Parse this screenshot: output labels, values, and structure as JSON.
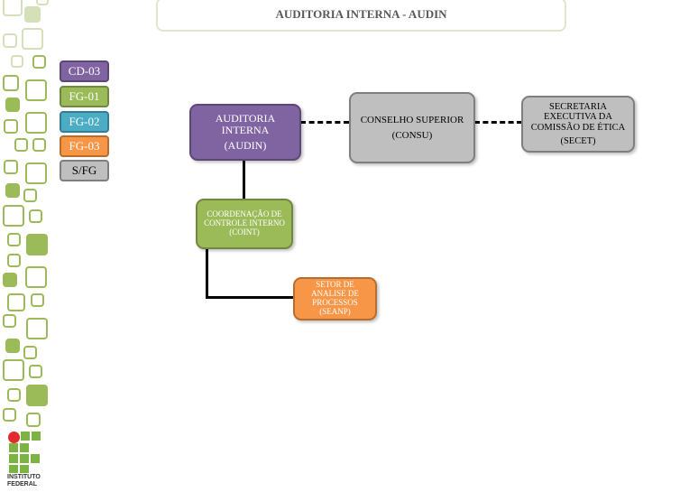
{
  "title": "AUDITORIA INTERNA - AUDIN",
  "legend": [
    {
      "label": "CD-03",
      "color": "#8064a2"
    },
    {
      "label": "FG-01",
      "color": "#9bbb59"
    },
    {
      "label": "FG-02",
      "color": "#4bacc6"
    },
    {
      "label": "FG-03",
      "color": "#f79646"
    },
    {
      "label": "S/FG",
      "color": "#bfbfbf"
    }
  ],
  "nodes": {
    "audin": {
      "name": "AUDITORIA INTERNA",
      "abbr": "(AUDIN)"
    },
    "consu": {
      "name": "CONSELHO SUPERIOR",
      "abbr": "(CONSU)"
    },
    "secet": {
      "name": "SECRETARIA EXECUTIVA DA COMISSÃO DE ÉTICA",
      "abbr": "(SECET)"
    },
    "coint": {
      "name": "COORDENAÇÃO DE CONTROLE INTERNO",
      "abbr": "(COINT)"
    },
    "seanp": {
      "name": "SETOR DE ANALISE DE PROCESSOS",
      "abbr": "(SEANP)"
    }
  },
  "logo": {
    "line1": "INSTITUTO",
    "line2": "FEDERAL"
  }
}
